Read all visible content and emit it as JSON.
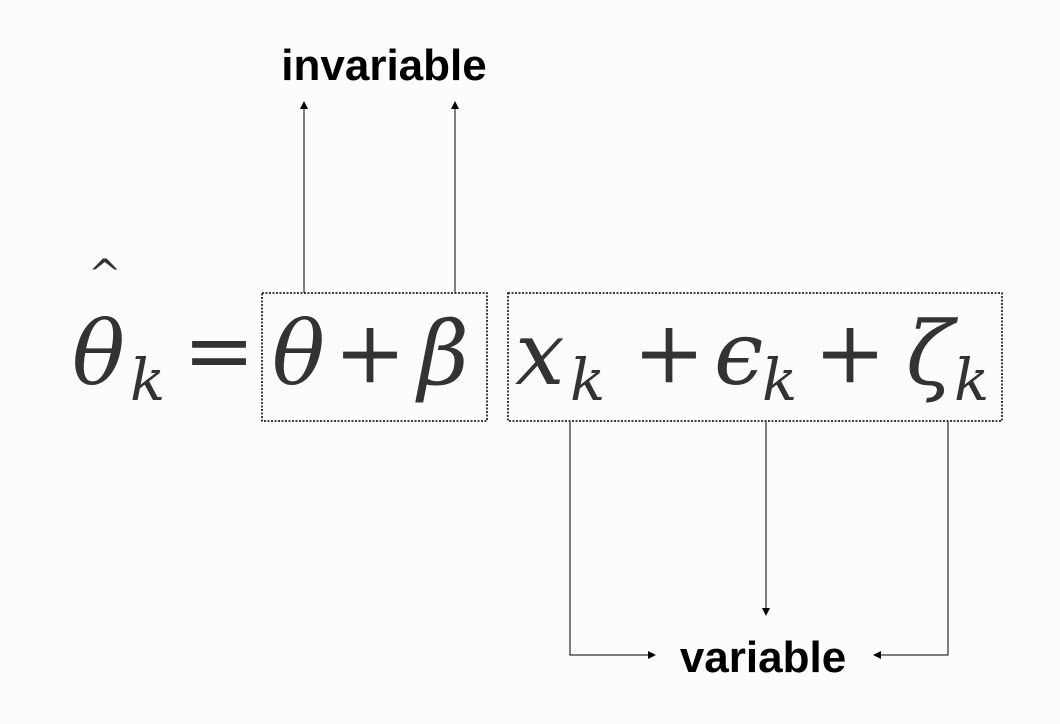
{
  "labels": {
    "top": "invariable",
    "bottom": "variable"
  },
  "equation": {
    "lhs": "θ",
    "lhs_hat": "^",
    "sub": "k",
    "equals": "=",
    "invariable_terms": [
      "θ",
      "+",
      "β"
    ],
    "variable_terms": [
      {
        "sym": "x",
        "sub": "k"
      },
      {
        "sym": "+"
      },
      {
        "sym": "ϵ",
        "sub": "k"
      },
      {
        "sym": "+"
      },
      {
        "sym": "ζ",
        "sub": "k"
      }
    ]
  },
  "colors": {
    "background": "#fdfcfa",
    "text": "#333333",
    "lines": "#000000"
  }
}
